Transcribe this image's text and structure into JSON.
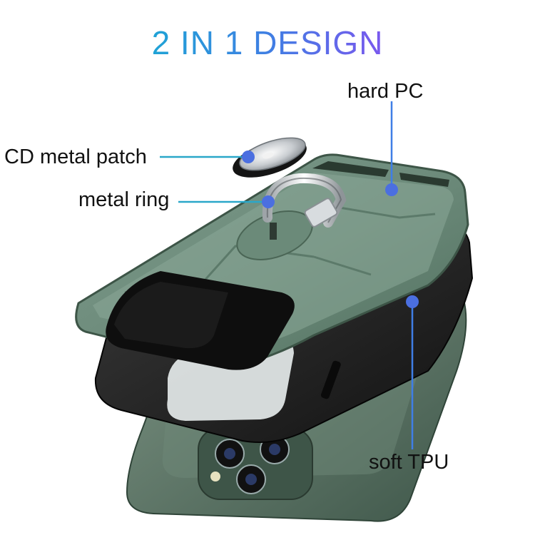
{
  "title": "2 IN 1 DESIGN",
  "callouts": {
    "cd_patch": "CD metal patch",
    "metal_ring": "metal ring",
    "hard_pc": "hard PC",
    "soft_tpu": "soft TPU"
  },
  "colors": {
    "title_start": "#1fa3d6",
    "title_end": "#7a58ee",
    "leader_teal": "#2aa7c9",
    "leader_blue": "#3f7ee6",
    "case_green": "#5f7e6e",
    "tpu_black": "#1c1c1c",
    "phone_green": "#4c6659"
  }
}
